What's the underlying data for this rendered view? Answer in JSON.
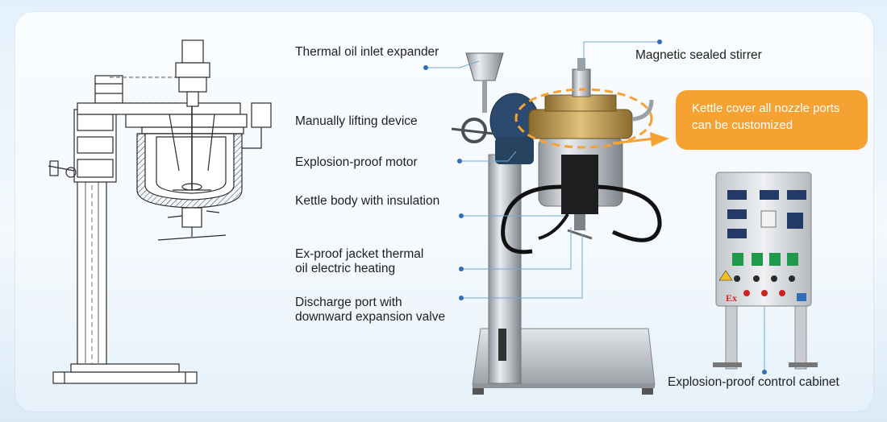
{
  "labels": {
    "thermal_oil_inlet": "Thermal oil inlet expander",
    "magnetic_stirrer": "Magnetic sealed stirrer",
    "lifting_device": "Manually lifting device",
    "explosion_motor": "Explosion-proof motor",
    "kettle_body": "Kettle body with insulation",
    "jacket_heating_line1": "Ex-proof jacket thermal",
    "jacket_heating_line2": "oil electric heating",
    "discharge_line1": "Discharge port with",
    "discharge_line2": "downward expansion valve",
    "control_cabinet": "Explosion-proof control cabinet"
  },
  "callout": {
    "line1": "Kettle cover all nozzle ports",
    "line2": "can be customized"
  },
  "cabinet_mark": "Ex",
  "colors": {
    "accent": "#f5a233",
    "leader_line": "#6fa8d8",
    "leader_dot": "#2e6fba",
    "steel": "#c9cdd2",
    "motor": "#2c4a6e"
  }
}
